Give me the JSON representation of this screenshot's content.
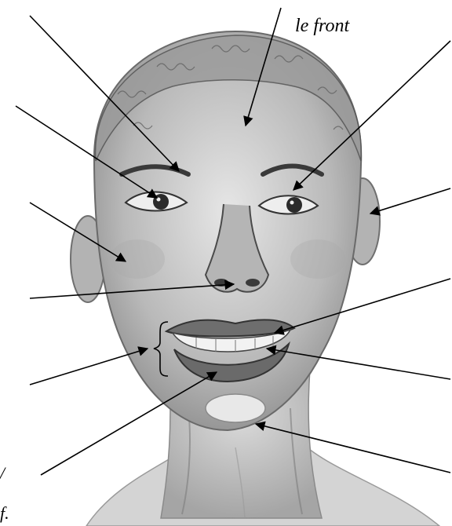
{
  "diagram": {
    "labels": {
      "front": "le front",
      "edge_mark_1": "/",
      "edge_mark_2": "f."
    },
    "subject": "pencil-sketch-face",
    "colors": {
      "line": "#000000",
      "sketch_dark": "#3a3a3a",
      "sketch_mid": "#8a8a8a",
      "sketch_light": "#cfcfcf",
      "background": "#ffffff"
    }
  }
}
